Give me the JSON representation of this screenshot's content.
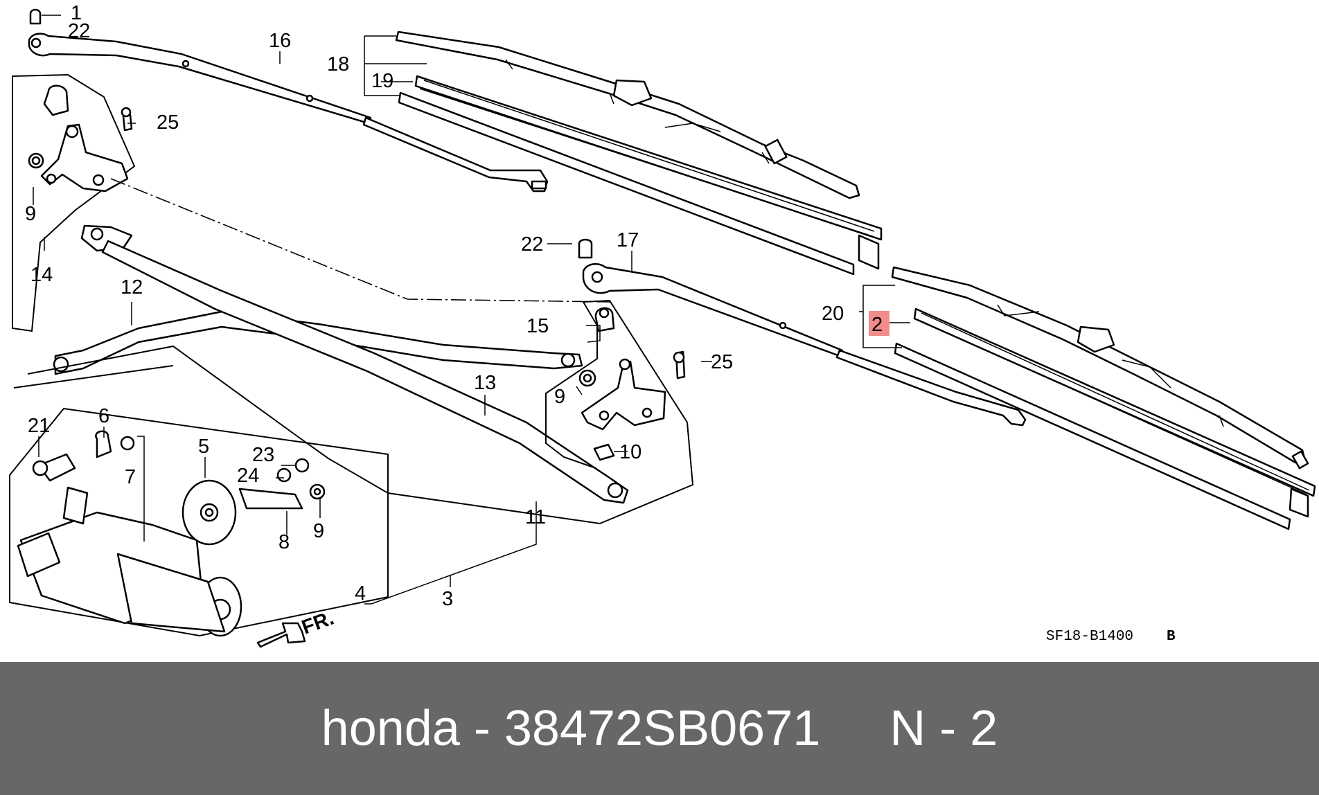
{
  "labels": {
    "c1": "1",
    "c22a": "22",
    "c16": "16",
    "c18": "18",
    "c19": "19",
    "c25a": "25",
    "c9a": "9",
    "c14": "14",
    "c12": "12",
    "c22b": "22",
    "c17": "17",
    "c20": "20",
    "c2": "2",
    "c15": "15",
    "c25b": "25",
    "c13": "13",
    "c9b": "9",
    "c10": "10",
    "c21": "21",
    "c6": "6",
    "c7": "7",
    "c5": "5",
    "c23": "23",
    "c24": "24",
    "c9c": "9",
    "c8": "8",
    "c11": "11",
    "c4": "4",
    "c3": "3"
  },
  "fr_label": "FR.",
  "diagram_code": "SF18-B1400",
  "diagram_rev": "B",
  "highlight_color": "#f28b8b",
  "footer": {
    "text": "honda - 38472SB0671     N - 2",
    "bg_color": "#676767"
  }
}
